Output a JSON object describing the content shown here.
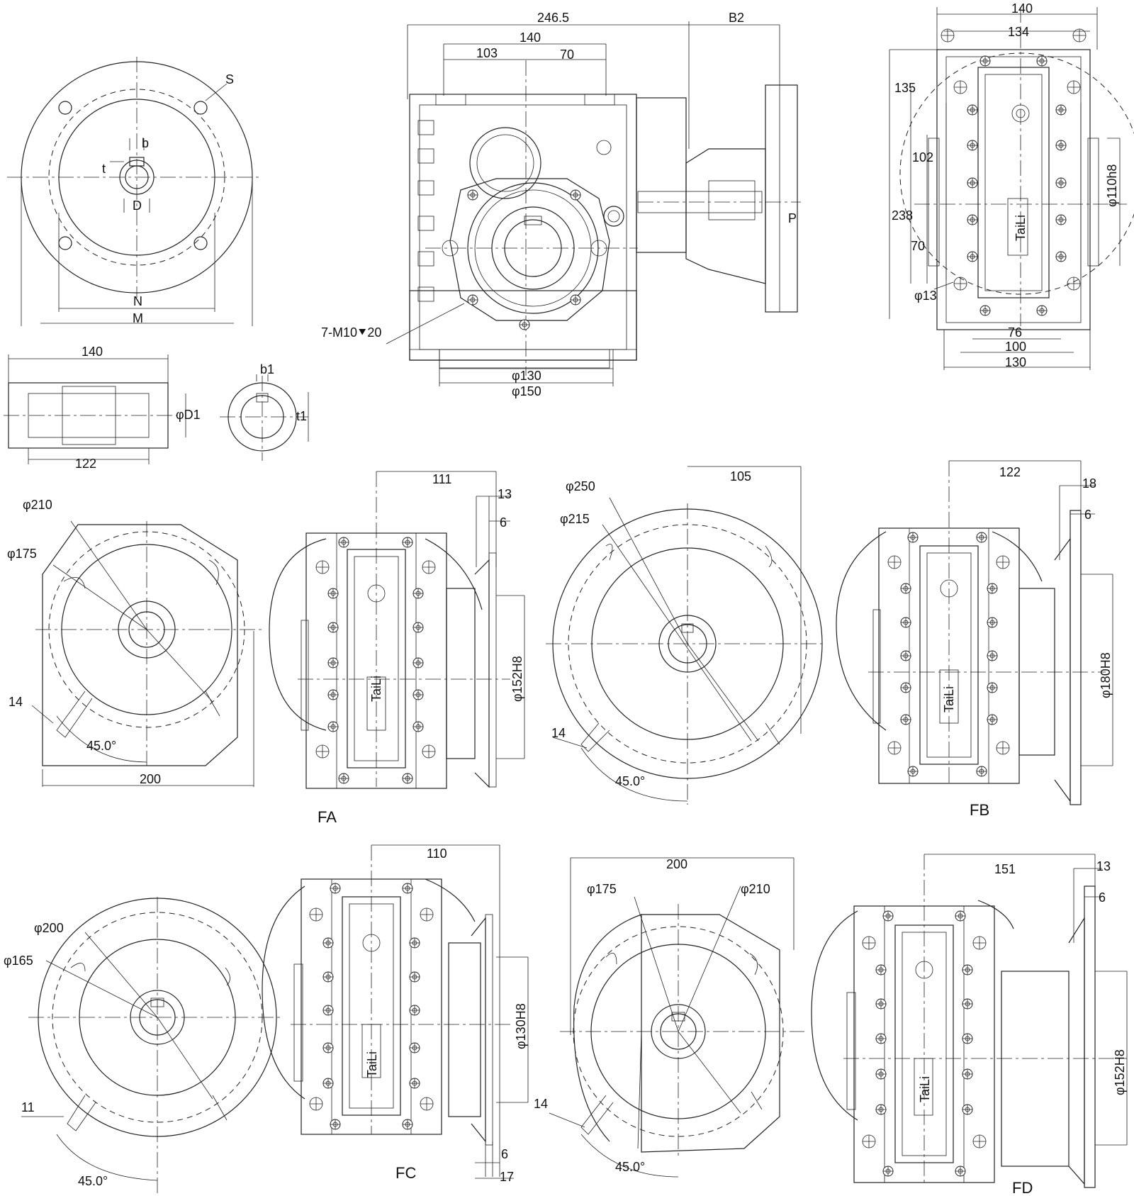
{
  "views": {
    "front": {
      "label_s": "S",
      "label_b": "b",
      "label_t": "t",
      "label_d": "D",
      "label_n": "N",
      "label_m": "M"
    },
    "main": {
      "dim_2465": "246.5",
      "dim_b2": "B2",
      "dim_140": "140",
      "dim_103": "103",
      "dim_70": "70",
      "dim_p": "P",
      "bolt_note": "7-M10⯆20",
      "dim_phi130": "φ130",
      "dim_phi150": "φ150"
    },
    "side": {
      "dim_140": "140",
      "dim_134": "134",
      "dim_135": "135",
      "dim_102": "102",
      "dim_238": "238",
      "dim_70": "70",
      "dim_phi13": "φ13",
      "dim_phi110": "φ110h8",
      "dim_76": "76",
      "dim_100": "100",
      "dim_130": "130",
      "brand": "TaiLi"
    },
    "shaft": {
      "dim_140": "140",
      "dim_122": "122",
      "dim_phid1": "φD1",
      "dim_b1": "b1",
      "dim_t1": "t1"
    },
    "fa": {
      "dim_phi210": "φ210",
      "dim_phi175": "φ175",
      "dim_14": "14",
      "dim_45": "45.0°",
      "dim_200": "200",
      "dim_111": "111",
      "dim_13": "13",
      "dim_6": "6",
      "dim_phi152": "φ152H8",
      "brand": "TaiLi",
      "label": "FA"
    },
    "fb": {
      "dim_phi250": "φ250",
      "dim_phi215": "φ215",
      "dim_105": "105",
      "dim_14": "14",
      "dim_45": "45.0°",
      "dim_122": "122",
      "dim_18": "18",
      "dim_6": "6",
      "dim_phi180": "φ180H8",
      "brand": "TaiLi",
      "label": "FB"
    },
    "fc": {
      "dim_phi200": "φ200",
      "dim_phi165": "φ165",
      "dim_11": "11",
      "dim_45": "45.0°",
      "dim_110": "110",
      "dim_phi130": "φ130H8",
      "dim_6": "6",
      "dim_17": "17",
      "brand": "TaiLi",
      "label": "FC"
    },
    "fd": {
      "dim_200": "200",
      "dim_phi175": "φ175",
      "dim_phi210": "φ210",
      "dim_14": "14",
      "dim_45": "45.0°",
      "dim_151": "151",
      "dim_13": "13",
      "dim_6": "6",
      "dim_phi152": "φ152H8",
      "brand": "TaiLi",
      "label": "FD"
    }
  }
}
